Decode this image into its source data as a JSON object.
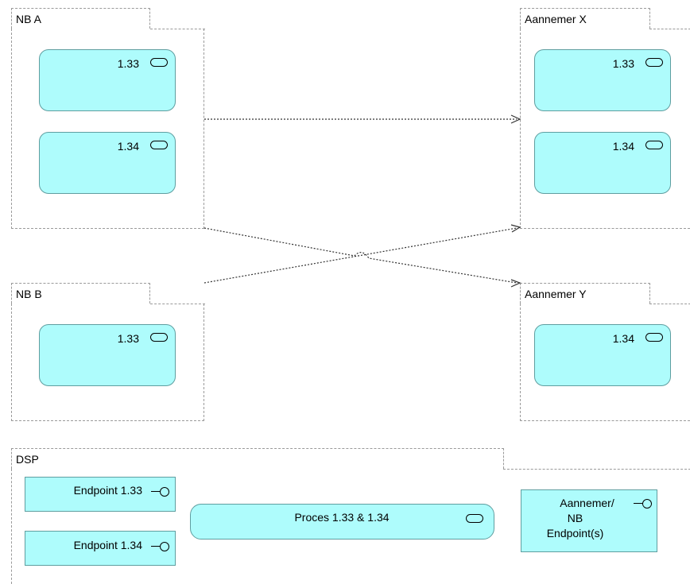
{
  "groups": {
    "nb_a": "NB A",
    "aannemer_x": "Aannemer X",
    "nb_b": "NB B",
    "aannemer_y": "Aannemer Y",
    "dsp": "DSP"
  },
  "services": {
    "nb_a_1": "1.33",
    "nb_a_2": "1.34",
    "ax_1": "1.33",
    "ax_2": "1.34",
    "nb_b_1": "1.33",
    "ay_1": "1.34"
  },
  "dsp": {
    "endpoint_133": "Endpoint 1.33",
    "endpoint_134": "Endpoint 1.34",
    "process": "Proces 1.33 & 1.34",
    "aannemer_endpoint_line1": "Aannemer/",
    "aannemer_endpoint_line2": "NB",
    "aannemer_endpoint_line3": "Endpoint(s)"
  },
  "colors": {
    "element_fill": "#aefcfc",
    "element_border": "#5f9ea0",
    "group_border": "#9a9a9a"
  },
  "icons": {
    "service": "rounded-rectangle-service-icon",
    "interface": "lollipop-interface-icon"
  }
}
